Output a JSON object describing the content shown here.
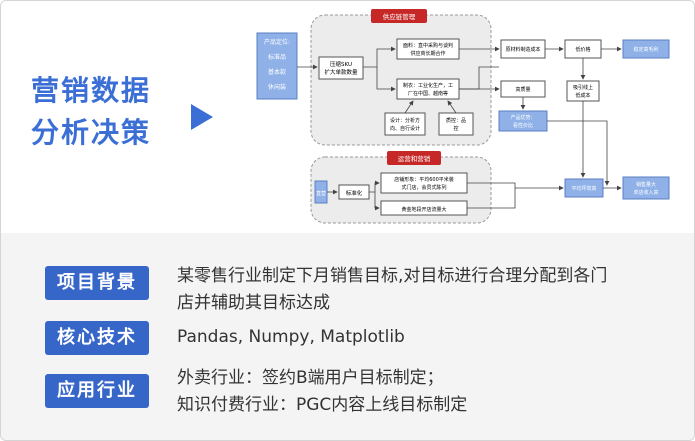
{
  "title": {
    "line1": "营销数据",
    "line2": "分析决策"
  },
  "diagram": {
    "header_supply": "供应链管理",
    "header_ops": "运营和营销",
    "left_box": [
      "产品定位:",
      "标准品",
      "基本款",
      "休闲装"
    ],
    "sku": [
      "压缩SKU",
      "扩大单款数量"
    ],
    "fabric": [
      "面料：直中采购与谈判",
      "供应商长期合作"
    ],
    "make": [
      "制衣：工业化生产，工",
      "厂在中国、越南等"
    ],
    "design": [
      "设计：分析方",
      "向、自行设计"
    ],
    "quality": [
      "质控：品",
      "控"
    ],
    "cost1": "原材料制造成本",
    "cost2": "高质量",
    "cost3": [
      "产品优势：",
      "看性价比"
    ],
    "low_price": "低价格",
    "traffic": [
      "吸引线上",
      "低成本"
    ],
    "result1": "稳定高毛利",
    "standard_label": "直营",
    "standard_step": "标准化",
    "store1": [
      "店铺形象：平均600平米装",
      "式门店，会员式陈列"
    ],
    "store2": "黄金地段开店流量大",
    "mid_result": "平均坪效高",
    "final_result": [
      "销售量大",
      "单店收入高"
    ]
  },
  "sections": [
    {
      "badge": "项目背景",
      "lines": [
        "某零售行业制定下月销售目标,对目标进行合理分配到各门",
        "店并辅助其目标达成"
      ]
    },
    {
      "badge": "核心技术",
      "lines": [
        "Pandas, Numpy, Matplotlib"
      ]
    },
    {
      "badge": "应用行业",
      "lines": [
        "外卖行业：签约B端用户目标制定；",
        "知识付费行业：PGC内容上线目标制定"
      ]
    }
  ],
  "colors": {
    "accent": "#3b6fd6",
    "badge": "#3766c9",
    "red": "#c62828",
    "blue_box": "#8fb1e8"
  }
}
